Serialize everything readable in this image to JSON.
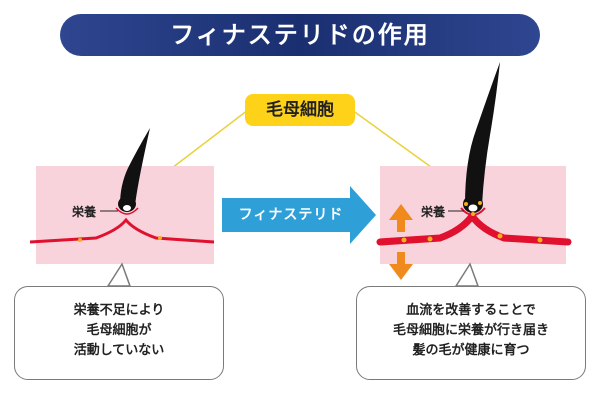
{
  "title": "フィナステリドの作用",
  "center_label": "毛母細胞",
  "arrow_label": "フィナステリド",
  "left_panel": {
    "nutrient_label": "栄養",
    "caption": [
      "栄養不足により",
      "毛母細胞が",
      "活動していない"
    ]
  },
  "right_panel": {
    "nutrient_label": "栄養",
    "caption": [
      "血流を改善することで",
      "毛母細胞に栄養が行き届き",
      "髪の毛が健康に育つ"
    ]
  },
  "colors": {
    "banner": "#1f3a80",
    "label_fill": "#ffd21a",
    "arrow": "#2f9fd8",
    "skin": "#f9d3dc",
    "blood_vessel": "#e0102f",
    "flow_arrow": "#f08a1c",
    "hair": "#111111"
  }
}
